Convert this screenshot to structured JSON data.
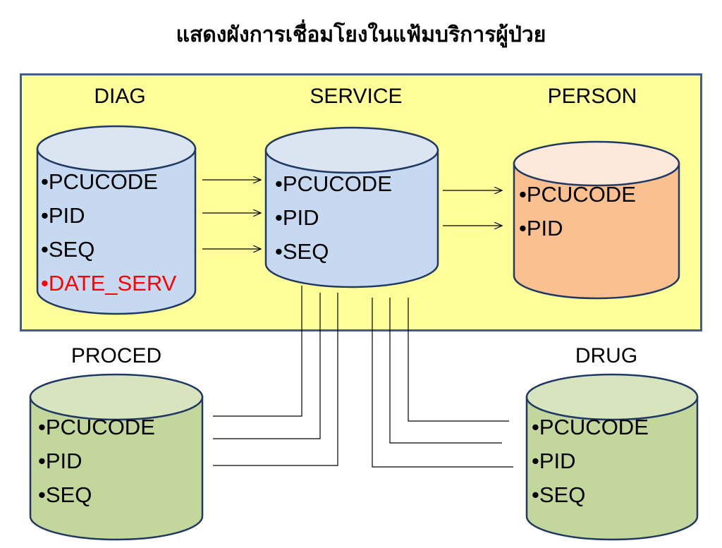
{
  "title": "แสดงผังการเชื่อมโยงในแฟ้มบริการผู้ป่วย",
  "colors": {
    "panel_fill": "#ffff99",
    "panel_border": "#3f5f8a",
    "blue_body": "#c6d9f0",
    "blue_top": "#dbe5f1",
    "orange_body": "#fac090",
    "orange_top": "#fde9d9",
    "green_body": "#c3d69b",
    "green_top": "#d7e4bd",
    "outline": "#1f3864",
    "highlight_text": "#ff0000"
  },
  "tables": {
    "diag": {
      "name": "DIAG",
      "fields": [
        "PCUCODE",
        "PID",
        "SEQ",
        "DATE_SERV"
      ],
      "highlighted_field": "DATE_SERV"
    },
    "service": {
      "name": "SERVICE",
      "fields": [
        "PCUCODE",
        "PID",
        "SEQ"
      ]
    },
    "person": {
      "name": "PERSON",
      "fields": [
        "PCUCODE",
        "PID"
      ]
    },
    "proced": {
      "name": "PROCED",
      "fields": [
        "PCUCODE",
        "PID",
        "SEQ"
      ]
    },
    "drug": {
      "name": "DRUG",
      "fields": [
        "PCUCODE",
        "PID",
        "SEQ"
      ]
    }
  },
  "links": [
    {
      "from": "DIAG",
      "to": "SERVICE",
      "field": "PCUCODE"
    },
    {
      "from": "DIAG",
      "to": "SERVICE",
      "field": "PID"
    },
    {
      "from": "DIAG",
      "to": "SERVICE",
      "field": "SEQ"
    },
    {
      "from": "SERVICE",
      "to": "PERSON",
      "field": "PCUCODE"
    },
    {
      "from": "SERVICE",
      "to": "PERSON",
      "field": "PID"
    },
    {
      "from": "SERVICE",
      "to": "PROCED",
      "field": "PCUCODE"
    },
    {
      "from": "SERVICE",
      "to": "PROCED",
      "field": "PID"
    },
    {
      "from": "SERVICE",
      "to": "PROCED",
      "field": "SEQ"
    },
    {
      "from": "SERVICE",
      "to": "DRUG",
      "field": "PCUCODE"
    },
    {
      "from": "SERVICE",
      "to": "DRUG",
      "field": "PID"
    },
    {
      "from": "SERVICE",
      "to": "DRUG",
      "field": "SEQ"
    }
  ]
}
